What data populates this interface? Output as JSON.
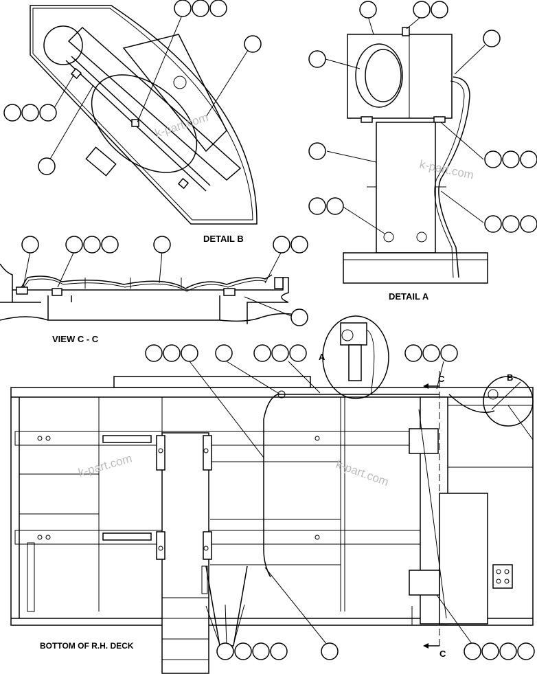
{
  "labels": {
    "detail_b": "DETAIL B",
    "detail_a": "DETAIL A",
    "view_cc": "VIEW C - C",
    "bottom_deck": "BOTTOM OF R.H. DECK",
    "callout_a": "A",
    "callout_b": "B",
    "callout_c_top": "C",
    "callout_c_bottom": "C"
  },
  "watermark": "k-part.com",
  "colors": {
    "line": "#000000",
    "background": "#ffffff",
    "watermark": "#bcbcbc"
  }
}
